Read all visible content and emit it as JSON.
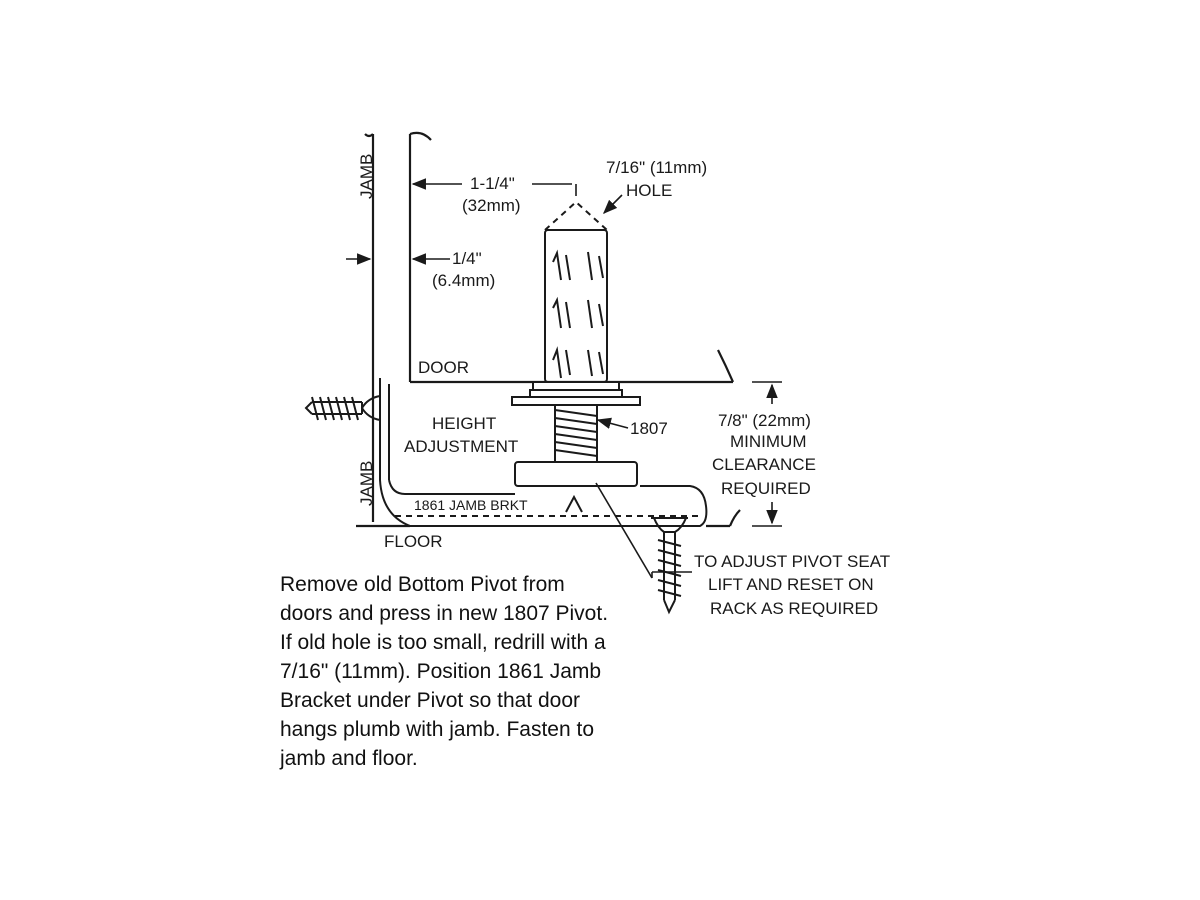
{
  "labels": {
    "jamb_top": "JAMB",
    "jamb_bottom": "JAMB",
    "door": "DOOR",
    "floor": "FLOOR",
    "dim_1_25_a": "1-1/4\"",
    "dim_1_25_b": "(32mm)",
    "dim_0_25_a": "1/4\"",
    "dim_0_25_b": "(6.4mm)",
    "hole_a": "7/16\" (11mm)",
    "hole_b": "HOLE",
    "height_a": "HEIGHT",
    "height_b": "ADJUSTMENT",
    "part_1807": "1807",
    "clear_a": "7/8\" (22mm)",
    "clear_b": "MINIMUM",
    "clear_c": "CLEARANCE",
    "clear_d": "REQUIRED",
    "bracket": "1861 JAMB BRKT",
    "adjust_a": "TO ADJUST PIVOT SEAT",
    "adjust_b": "LIFT AND RESET ON",
    "adjust_c": "RACK AS REQUIRED"
  },
  "instructions": [
    "Remove old Bottom Pivot from",
    "doors and press in new 1807 Pivot.",
    "If old hole is too small, redrill with a",
    "7/16\" (11mm).  Position 1861 Jamb",
    "Bracket under Pivot so that door",
    "hangs plumb with jamb.  Fasten to",
    "jamb and floor."
  ]
}
